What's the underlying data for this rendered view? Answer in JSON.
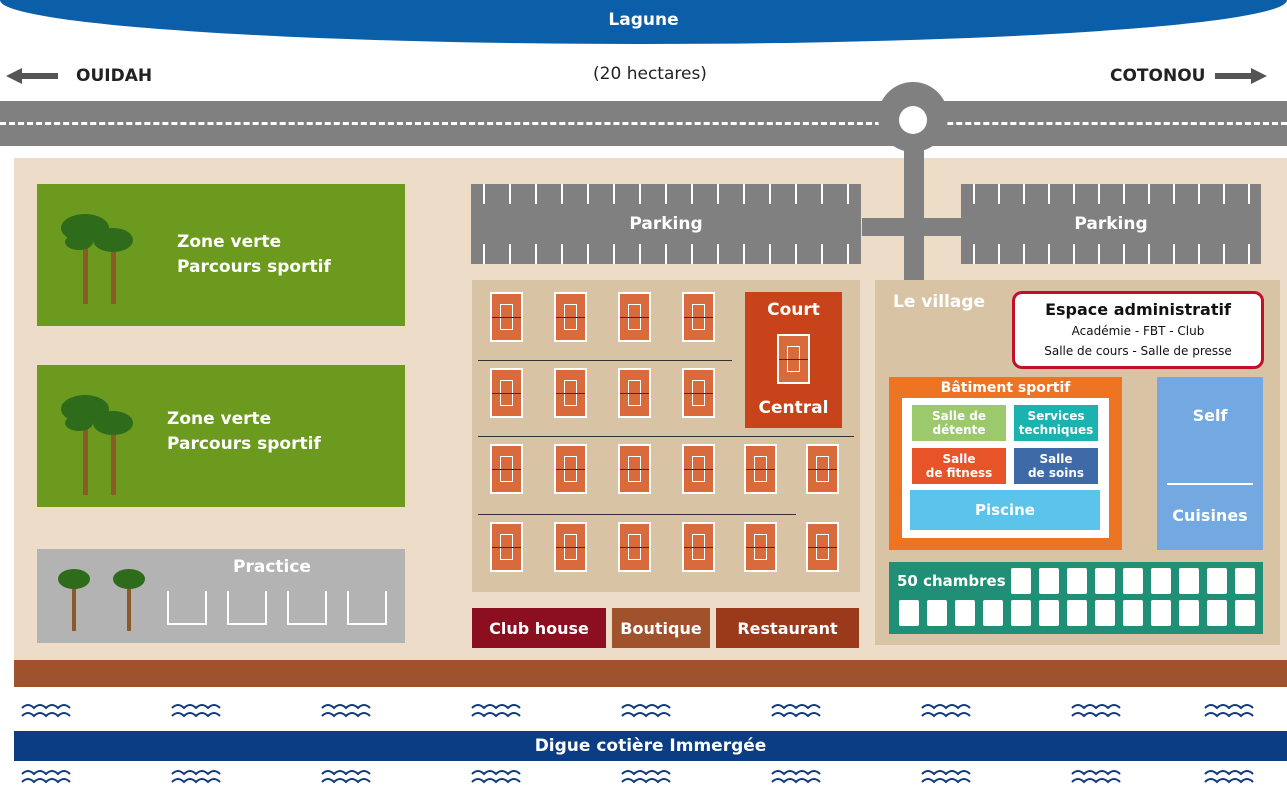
{
  "top": {
    "lagoon": "Lagune",
    "city_left": "OUIDAH",
    "city_right": "COTONOU",
    "area": "(20 hectares)"
  },
  "green_zones": [
    {
      "line1": "Zone verte",
      "line2": "Parcours sportif"
    },
    {
      "line1": "Zone verte",
      "line2": "Parcours sportif"
    }
  ],
  "practice": "Practice",
  "parking": [
    "Parking",
    "Parking"
  ],
  "court_central": {
    "line1": "Court",
    "line2": "Central"
  },
  "shops": [
    "Club house",
    "Boutique",
    "Restaurant"
  ],
  "village": {
    "title": "Le village",
    "admin": {
      "title": "Espace administratif",
      "line1": "Académie - FBT - Club",
      "line2": "Salle de cours - Salle de presse"
    },
    "sport_building": {
      "title": "Bâtiment sportif",
      "rooms": [
        {
          "line1": "Salle de",
          "line2": "détente"
        },
        {
          "line1": "Services",
          "line2": "techniques"
        },
        {
          "line1": "Salle",
          "line2": "de fitness"
        },
        {
          "line1": "Salle",
          "line2": "de soins"
        }
      ],
      "pool": "Piscine"
    },
    "self": "Self",
    "kitchens": "Cuisines",
    "rooms": "50 chambres"
  },
  "seawall": "Digue cotière Immergée",
  "colors": {
    "lagoon": "#0a5fa8",
    "site": "#ecdcc8",
    "green": "#6b9a1e",
    "court": "#d86a3c",
    "court_central": "#c8431a",
    "club_house": "#8b0f1f",
    "boutique": "#a0522d",
    "restaurant": "#9a3a1a",
    "sport_building": "#ec7423",
    "self": "#73a8e0",
    "rooms": "#1f8f76",
    "seawall": "#0b3d85"
  },
  "icons": [
    "arrow-left-icon",
    "arrow-right-icon",
    "palm-tree-icon",
    "wave-icon"
  ]
}
